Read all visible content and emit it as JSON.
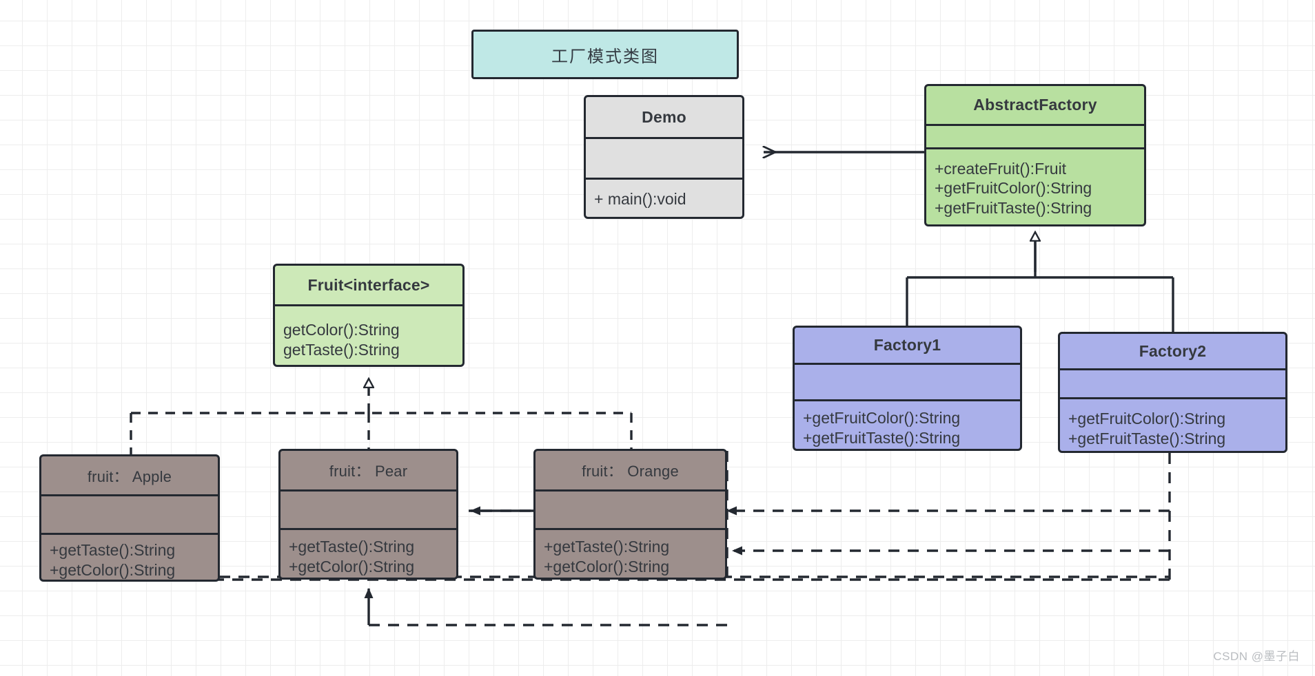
{
  "diagram": {
    "title": "工厂模式类图",
    "watermark": "CSDN @墨子白",
    "colors": {
      "title_fill": "#bfe8e6",
      "demo_fill": "#e0e0e0",
      "abstract_fill": "#b8e0a0",
      "interface_fill": "#cde9b8",
      "factory_fill": "#aab0ea",
      "fruit_fill": "#9d8f8c",
      "stroke": "#232830",
      "grid": "#ededed"
    }
  },
  "nodes": {
    "demo": {
      "name": "Demo",
      "attributes": [],
      "operations": [
        "+ main():void"
      ]
    },
    "abstract_factory": {
      "name": "AbstractFactory",
      "attributes": [],
      "operations": [
        "+createFruit():Fruit",
        "+getFruitColor():String",
        "+getFruitTaste():String"
      ]
    },
    "fruit": {
      "name": "Fruit<interface>",
      "operations": [
        "getColor():String",
        "getTaste():String"
      ]
    },
    "factory1": {
      "name": "Factory1",
      "attributes": [],
      "operations": [
        "+getFruitColor():String",
        "+getFruitTaste():String"
      ]
    },
    "factory2": {
      "name": "Factory2",
      "attributes": [],
      "operations": [
        "+getFruitColor():String",
        "+getFruitTaste():String"
      ]
    },
    "apple": {
      "name": "fruit： Apple",
      "attributes": [],
      "operations": [
        "+getTaste():String",
        "+getColor():String"
      ]
    },
    "pear": {
      "name": "fruit： Pear",
      "attributes": [],
      "operations": [
        "+getTaste():String",
        "+getColor():String"
      ]
    },
    "orange": {
      "name": "fruit： Orange",
      "attributes": [],
      "operations": [
        "+getTaste():String",
        "+getColor():String"
      ]
    }
  },
  "relations": [
    {
      "id": "demo-uses-abstractfactory",
      "from": "abstract_factory",
      "to": "demo",
      "type": "association",
      "style": "solid",
      "arrow": "open"
    },
    {
      "id": "factory1-extends-abstractfactory",
      "from": "factory1",
      "to": "abstract_factory",
      "type": "generalization",
      "style": "solid",
      "arrow": "hollow-triangle"
    },
    {
      "id": "factory2-extends-abstractfactory",
      "from": "factory2",
      "to": "abstract_factory",
      "type": "generalization",
      "style": "solid",
      "arrow": "hollow-triangle"
    },
    {
      "id": "apple-implements-fruit",
      "from": "apple",
      "to": "fruit",
      "type": "realization",
      "style": "dashed",
      "arrow": "hollow-triangle"
    },
    {
      "id": "pear-implements-fruit",
      "from": "pear",
      "to": "fruit",
      "type": "realization",
      "style": "dashed",
      "arrow": "hollow-triangle"
    },
    {
      "id": "orange-implements-fruit",
      "from": "orange",
      "to": "fruit",
      "type": "realization",
      "style": "dashed",
      "arrow": "hollow-triangle"
    },
    {
      "id": "factory1-creates-orange",
      "from": "factory1",
      "to": "orange",
      "type": "dependency",
      "style": "dashed",
      "arrow": "filled-triangle"
    },
    {
      "id": "factory1-creates-pear",
      "from": "factory1",
      "to": "pear",
      "type": "dependency",
      "style": "dashed",
      "arrow": "filled-triangle"
    },
    {
      "id": "factory2-creates-orange",
      "from": "factory2",
      "to": "orange",
      "type": "dependency",
      "style": "dashed",
      "arrow": "filled-triangle"
    },
    {
      "id": "factory2-creates-apple",
      "from": "factory2",
      "to": "apple",
      "type": "dependency",
      "style": "dashed",
      "arrow": "filled-triangle"
    },
    {
      "id": "factory1-creates-pear-bottom",
      "from": "factory1",
      "to": "pear",
      "type": "dependency",
      "style": "dashed",
      "arrow": "filled-triangle"
    }
  ]
}
